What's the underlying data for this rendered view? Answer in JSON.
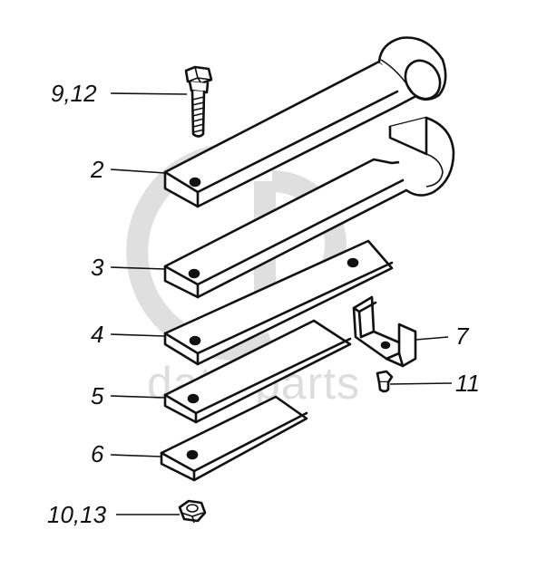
{
  "watermark": {
    "text": "data-parts",
    "color": "#d0d0d0"
  },
  "callouts": {
    "bolt": "9,12",
    "leaf_top": "2",
    "leaf_second": "3",
    "leaf_third": "4",
    "leaf_fourth": "5",
    "leaf_bottom": "6",
    "bracket": "7",
    "small_bolt": "11",
    "nut": "10,13"
  },
  "colors": {
    "ink": "#111111",
    "paper": "#ffffff",
    "watermark": "#d0d0d0"
  }
}
